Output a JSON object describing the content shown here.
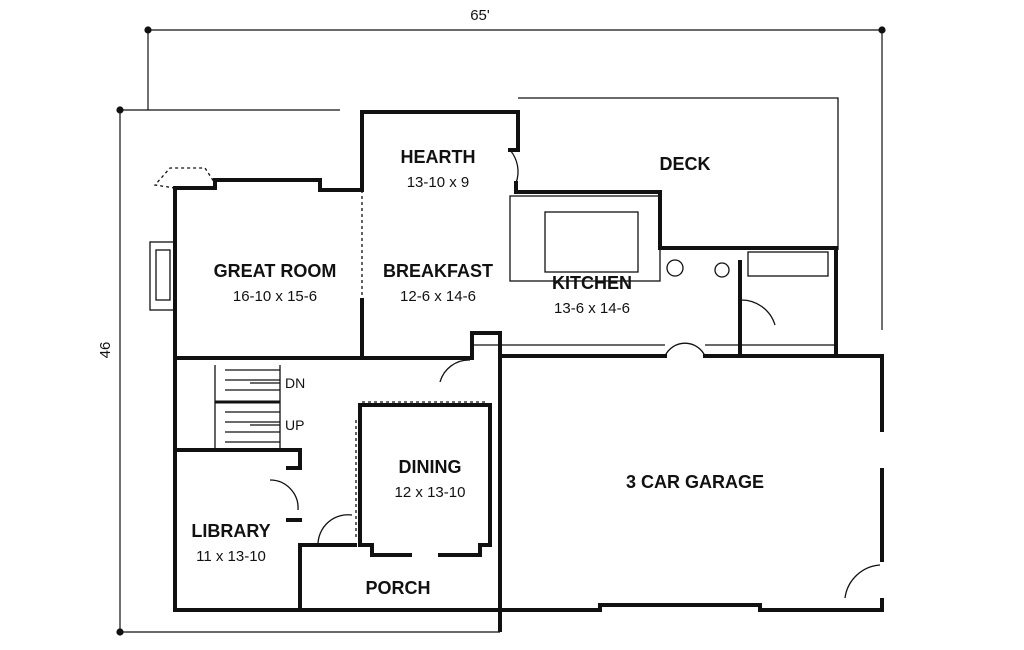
{
  "dimensions": {
    "width": "65'",
    "depth": "46"
  },
  "rooms": [
    {
      "name": "GREAT ROOM",
      "size": "16-10 x 15-6"
    },
    {
      "name": "HEARTH",
      "size": "13-10 x 9"
    },
    {
      "name": "BREAKFAST",
      "size": "12-6 x 14-6"
    },
    {
      "name": "KITCHEN",
      "size": "13-6 x 14-6"
    },
    {
      "name": "DECK",
      "size": ""
    },
    {
      "name": "DINING",
      "size": "12 x 13-10"
    },
    {
      "name": "LIBRARY",
      "size": "11 x 13-10"
    },
    {
      "name": "PORCH",
      "size": ""
    },
    {
      "name": "3 CAR GARAGE",
      "size": ""
    }
  ],
  "stairs": {
    "down": "DN",
    "up": "UP"
  },
  "colors": {
    "line": "#111111",
    "background": "#ffffff"
  }
}
